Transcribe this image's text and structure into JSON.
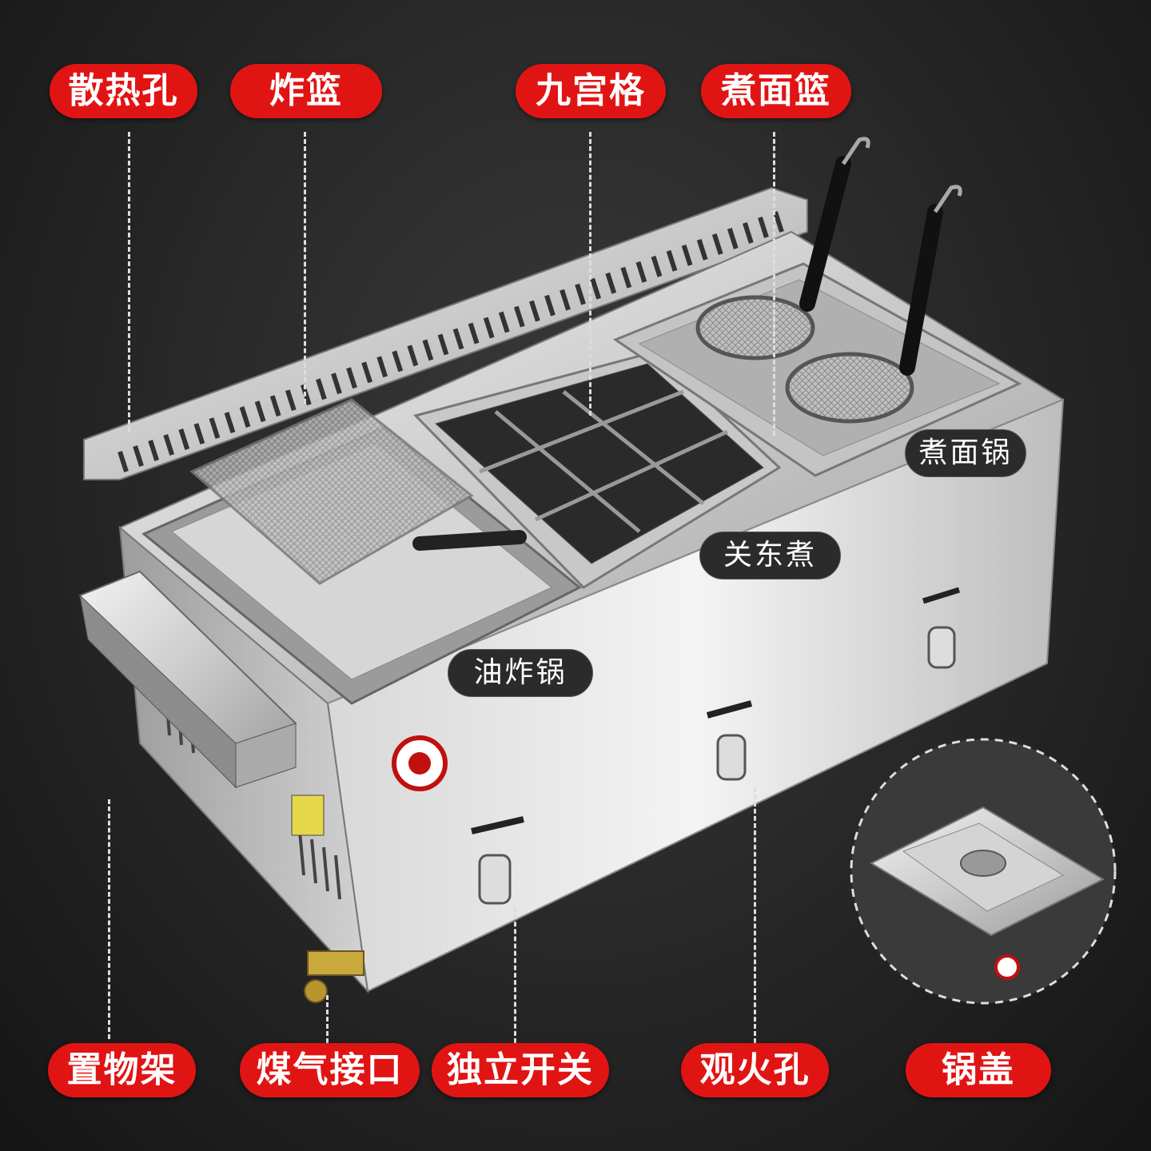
{
  "top_labels": [
    "散热孔",
    "炸篮",
    "九宫格",
    "煮面篮"
  ],
  "bottom_labels": [
    "置物架",
    "煤气接口",
    "独立开关",
    "观火孔",
    "锅盖"
  ],
  "part_labels": {
    "noodle_pot": "煮面锅",
    "oden": "关东煮",
    "fryer": "油炸锅"
  },
  "colors": {
    "accent": "#e11414",
    "label_bg": "#2b2b2b"
  }
}
